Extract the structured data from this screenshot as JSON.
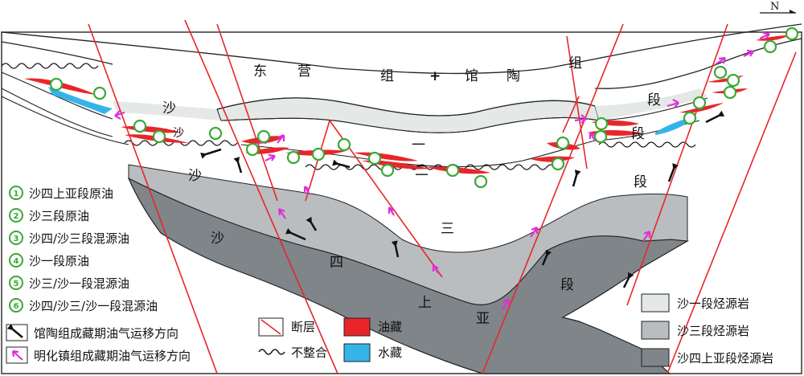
{
  "strata_labels": {
    "dongying": "东",
    "ying": "营",
    "zu1": "组",
    "plus": "+",
    "guan": "馆",
    "tao": "陶",
    "zu2": "组",
    "sha_left_top": "沙",
    "sha_left_mid": "沙",
    "sha_left_low": "沙",
    "yi": "一",
    "er": "二",
    "san": "三",
    "si": "四",
    "shang": "上",
    "ya": "亚",
    "duan_right1": "段",
    "duan_right2": "段",
    "duan_right3": "段",
    "duan_lower": "段",
    "sha_lower": "沙"
  },
  "north_label": "N",
  "oil_legend": [
    {
      "num": "1",
      "label": "沙四上亚段原油"
    },
    {
      "num": "2",
      "label": "沙三段原油"
    },
    {
      "num": "3",
      "label": "沙四/沙三段混源油"
    },
    {
      "num": "4",
      "label": "沙一段原油"
    },
    {
      "num": "5",
      "label": "沙三/沙一段混源油"
    },
    {
      "num": "6",
      "label": "沙四/沙三/沙一段混源油"
    }
  ],
  "arrow_legend": {
    "black": "馆陶组成藏期油气运移方向",
    "magenta": "明化镇组成藏期油气运移方向"
  },
  "symbol_legend": {
    "fault": "断层",
    "unconformity": "不整合",
    "oil": "油藏",
    "water": "水藏"
  },
  "source_legend": [
    {
      "label": "沙一段烃源岩",
      "color": "#e4e8e6"
    },
    {
      "label": "沙三段烃源岩",
      "color": "#b9bdbf"
    },
    {
      "label": "沙四上亚段烃源岩",
      "color": "#7f8589"
    }
  ],
  "colors": {
    "oil": "#e8262a",
    "water": "#35b4ea",
    "fault": "#e8262a",
    "magenta_arrow": "#e030d8",
    "green_marker": "#3aa935"
  }
}
